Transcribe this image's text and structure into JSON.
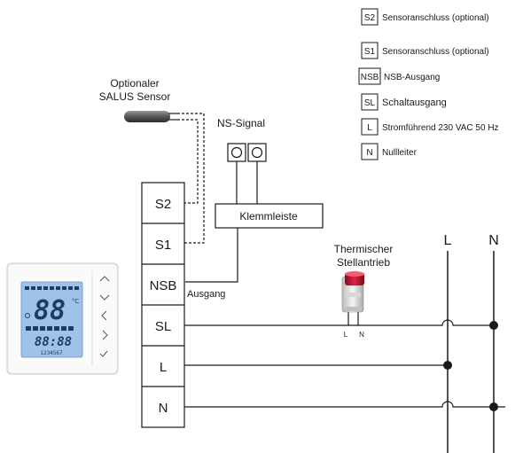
{
  "legend": [
    {
      "code": "S2",
      "text": "Sensoranschluss (optional)"
    },
    {
      "code": "S1",
      "text": "Sensoranschluss (optional)"
    },
    {
      "code": "NSB",
      "text": "NSB-Ausgang"
    },
    {
      "code": "SL",
      "text": "Schaltausgang"
    },
    {
      "code": "L",
      "text": "Stromführend 230 VAC 50 Hz"
    },
    {
      "code": "N",
      "text": "Nullleiter"
    }
  ],
  "sensor": {
    "line1": "Optionaler",
    "line2": "SALUS Sensor"
  },
  "ns_signal": "NS-Signal",
  "klemmleiste": "Klemmleiste",
  "ausgang": "Ausgang",
  "actuator": {
    "line1": "Thermischer",
    "line2": "Stellantrieb",
    "pin_l": "L",
    "pin_n": "N"
  },
  "terminals": [
    "S2",
    "S1",
    "NSB",
    "SL",
    "L",
    "N"
  ],
  "rails": {
    "l": "L",
    "n": "N"
  },
  "thermostat": {
    "temp_digits": "88",
    "clock_digits": "88:88",
    "day_digits": "1234567",
    "button_icons": [
      "chevron-up-icon",
      "chevron-down-icon",
      "chevron-left-icon",
      "chevron-right-icon",
      "check-icon"
    ]
  },
  "colors": {
    "line": "#1a1a1a",
    "lcd": "#9fc3e8",
    "actuator_cap": "#c8102e"
  }
}
